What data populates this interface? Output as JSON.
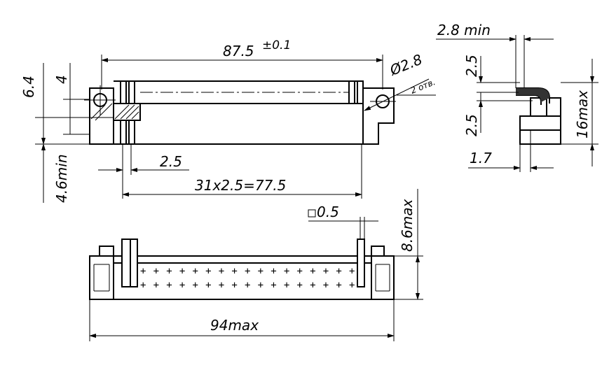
{
  "dimensions": {
    "overall_length": "87.5",
    "overall_tol": "±0.1",
    "hole_dia": "Ø2.8",
    "hole_count": "2 отв.",
    "height_6_4": "6.4",
    "height_4": "4",
    "height_4_6": "4.6min",
    "pitch": "2.5",
    "pitch_total": "31x2.5=77.5",
    "side_2_8": "2.8 min",
    "side_2_5_top": "2.5",
    "side_2_5_bot": "2.5",
    "side_16": "16max",
    "side_1_7": "1.7",
    "square_0_5": "0.5",
    "height_8_6": "8.6max",
    "width_94": "94max"
  },
  "pin_rows": {
    "glyph": "+",
    "count": 17
  }
}
